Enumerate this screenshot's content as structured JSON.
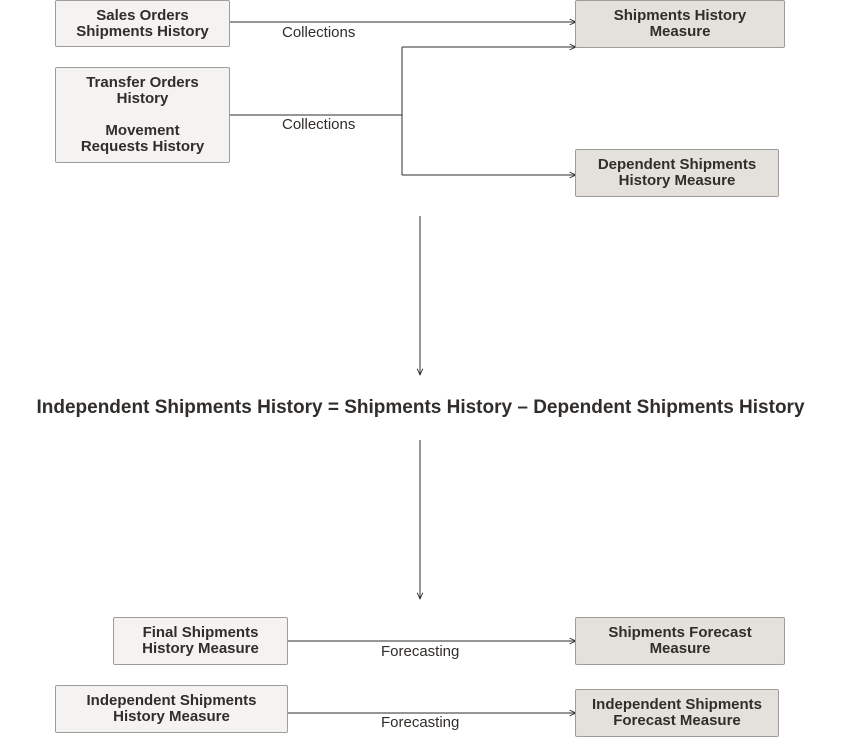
{
  "nodes": {
    "sales_orders": {
      "lines": [
        "Sales Orders",
        "Shipments History"
      ]
    },
    "transfer_movement": {
      "group1": [
        "Transfer Orders",
        "History"
      ],
      "group2": [
        "Movement",
        "Requests History"
      ]
    },
    "shipments_history_measure": {
      "lines": [
        "Shipments History",
        "Measure"
      ]
    },
    "dependent_shipments_history_measure": {
      "lines": [
        "Dependent Shipments",
        "History Measure"
      ]
    },
    "final_shipments_history_measure": {
      "lines": [
        "Final Shipments",
        "History Measure"
      ]
    },
    "shipments_forecast_measure": {
      "lines": [
        "Shipments Forecast",
        "Measure"
      ]
    },
    "independent_shipments_history_measure": {
      "lines": [
        "Independent Shipments",
        "History Measure"
      ]
    },
    "independent_shipments_forecast_measure": {
      "lines": [
        "Independent Shipments",
        "Forecast Measure"
      ]
    }
  },
  "edge_labels": {
    "collections_1": "Collections",
    "collections_2": "Collections",
    "forecasting_1": "Forecasting",
    "forecasting_2": "Forecasting"
  },
  "formula": "Independent Shipments History = Shipments History – Dependent Shipments History",
  "colors": {
    "source_fill": "#f4f3f1",
    "target_fill": "#e4e1dc",
    "border": "#9f9d9a",
    "line": "#312d2a",
    "text": "#312d2a"
  }
}
